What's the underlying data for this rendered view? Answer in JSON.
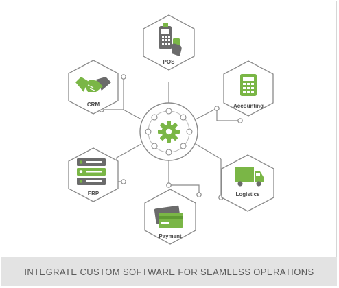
{
  "nodes": {
    "pos": "POS",
    "crm": "CRM",
    "accounting": "Accounting",
    "erp": "ERP",
    "logistics": "Logistics",
    "payment": "Payment"
  },
  "footer": {
    "caption": "INTEGRATE CUSTOM SOFTWARE FOR SEAMLESS OPERATIONS"
  },
  "colors": {
    "accent": "#7ab646",
    "accent_dark": "#5f9a33",
    "icon_gray": "#6b6b6b",
    "line": "#8a8a8a",
    "footer_bg": "#e3e3e3"
  }
}
